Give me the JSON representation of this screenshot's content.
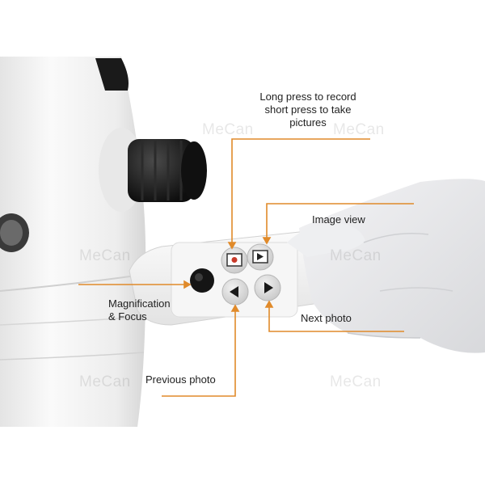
{
  "watermark": "MeCan",
  "captions": {
    "record": "Long press to record\nshort press to take\npictures",
    "image_view": "Image view",
    "magnification": "Magnification\n& Focus",
    "next_photo": "Next photo",
    "previous_photo": "Previous photo"
  },
  "colors": {
    "leader_line": "#e08a2a",
    "caption_text": "#1f1f1f",
    "microscope_body": "#f4f4f4",
    "knob": "#151515",
    "glove": "#e9eaec"
  },
  "buttons": [
    {
      "name": "record-photo-button",
      "icon": "record-dot-icon",
      "color": "#c93a2a"
    },
    {
      "name": "image-view-button",
      "icon": "play-triangle-icon"
    },
    {
      "name": "magnification-focus-button",
      "icon": "none"
    },
    {
      "name": "previous-photo-button",
      "icon": "left-triangle-icon"
    },
    {
      "name": "next-photo-button",
      "icon": "right-triangle-icon"
    }
  ]
}
